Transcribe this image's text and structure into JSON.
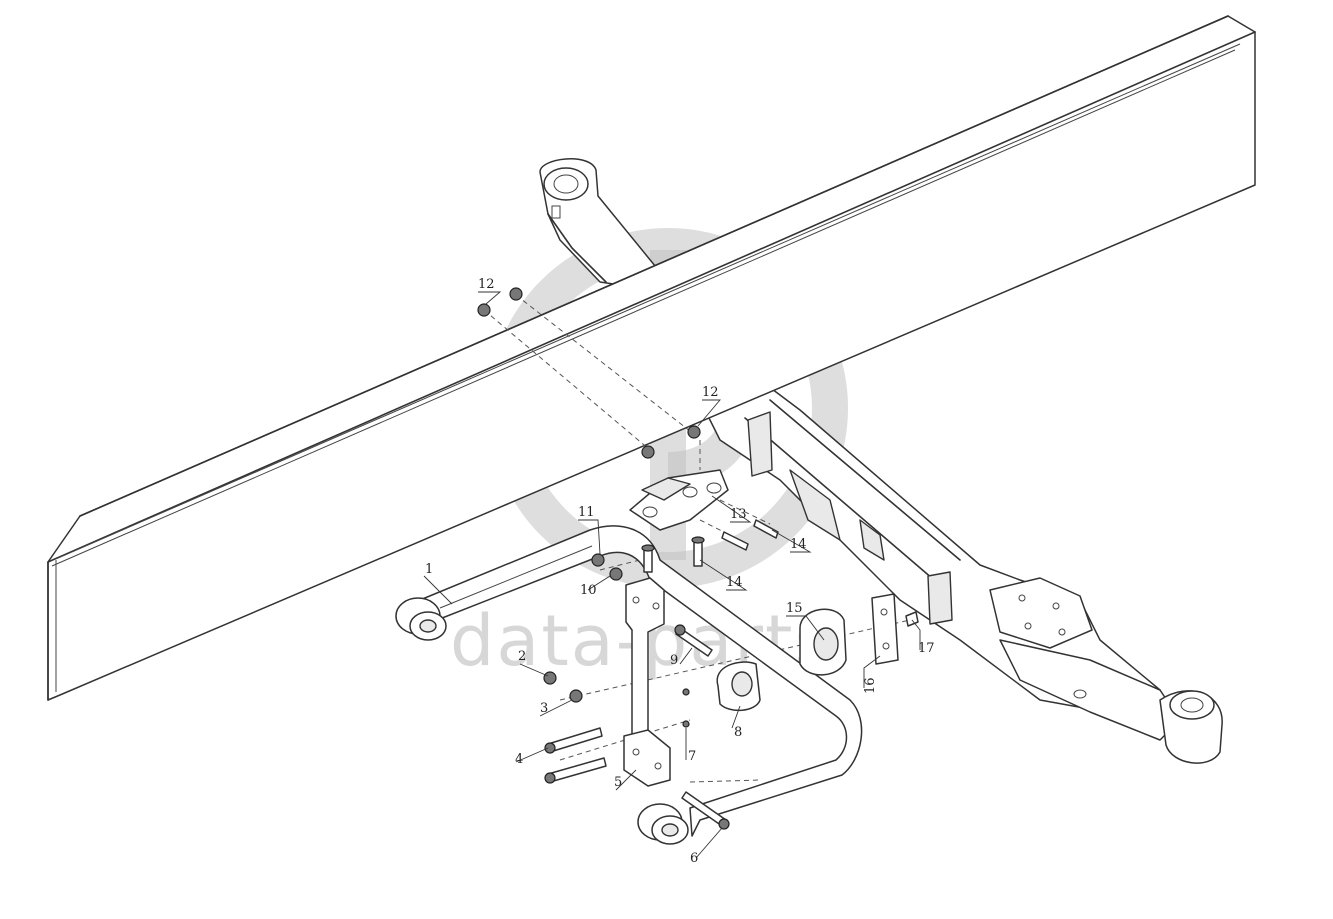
{
  "diagram": {
    "callouts": [
      "1",
      "2",
      "3",
      "4",
      "5",
      "6",
      "7",
      "8",
      "9",
      "10",
      "11",
      "12",
      "12",
      "13",
      "14",
      "14",
      "15",
      "16",
      "17"
    ],
    "watermark": {
      "text": "data-parts",
      "logo_icon": "dp-logo-icon"
    },
    "parts_drawn": [
      "frame-rail",
      "front-axle-beam",
      "stabilizer-bar",
      "link-bracket",
      "bolts",
      "nuts",
      "bushings",
      "clamps",
      "pads"
    ]
  }
}
